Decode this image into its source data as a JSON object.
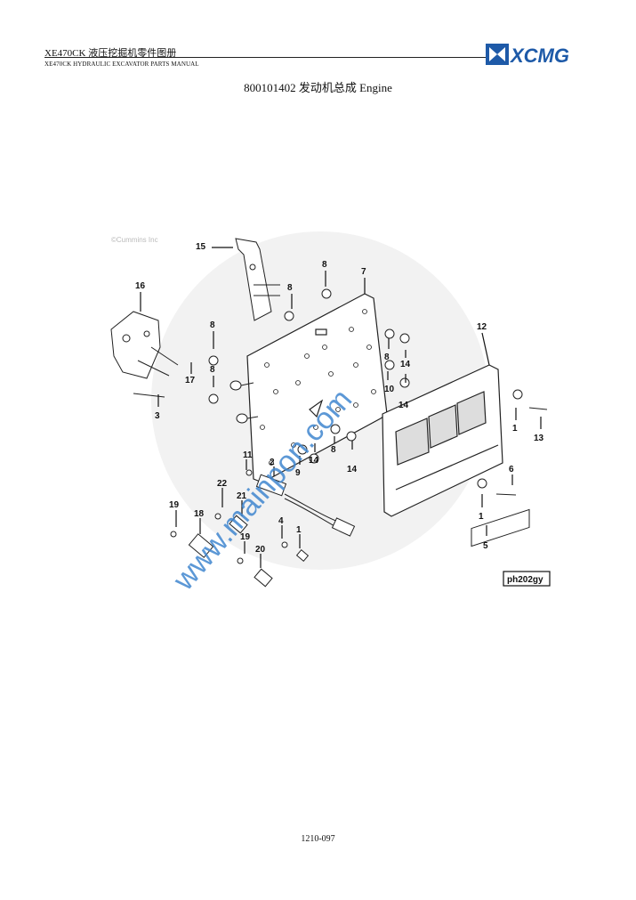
{
  "header": {
    "title": "XE470CK 液压挖掘机零件图册",
    "subtitle": "XE470CK HYDRAULIC EXCAVATOR PARTS MANUAL",
    "logo_text": "XCMG"
  },
  "document": {
    "title": "800101402 发动机总成 Engine",
    "page_number": "1210-097"
  },
  "figure": {
    "copyright": "©Cummins Inc",
    "watermark_text": "www.mainpon.com",
    "drawing_code": "ph202gy",
    "callouts": [
      "1",
      "1",
      "1",
      "2",
      "3",
      "4",
      "5",
      "6",
      "7",
      "8",
      "8",
      "8",
      "8",
      "8",
      "8",
      "9",
      "10",
      "11",
      "12",
      "13",
      "14",
      "14",
      "14",
      "14",
      "15",
      "16",
      "17",
      "18",
      "19",
      "19",
      "20",
      "21",
      "22"
    ]
  },
  "colors": {
    "logo_blue": "#1e5aa8",
    "watermark_blue": "#3f86cf",
    "line": "#222222"
  }
}
